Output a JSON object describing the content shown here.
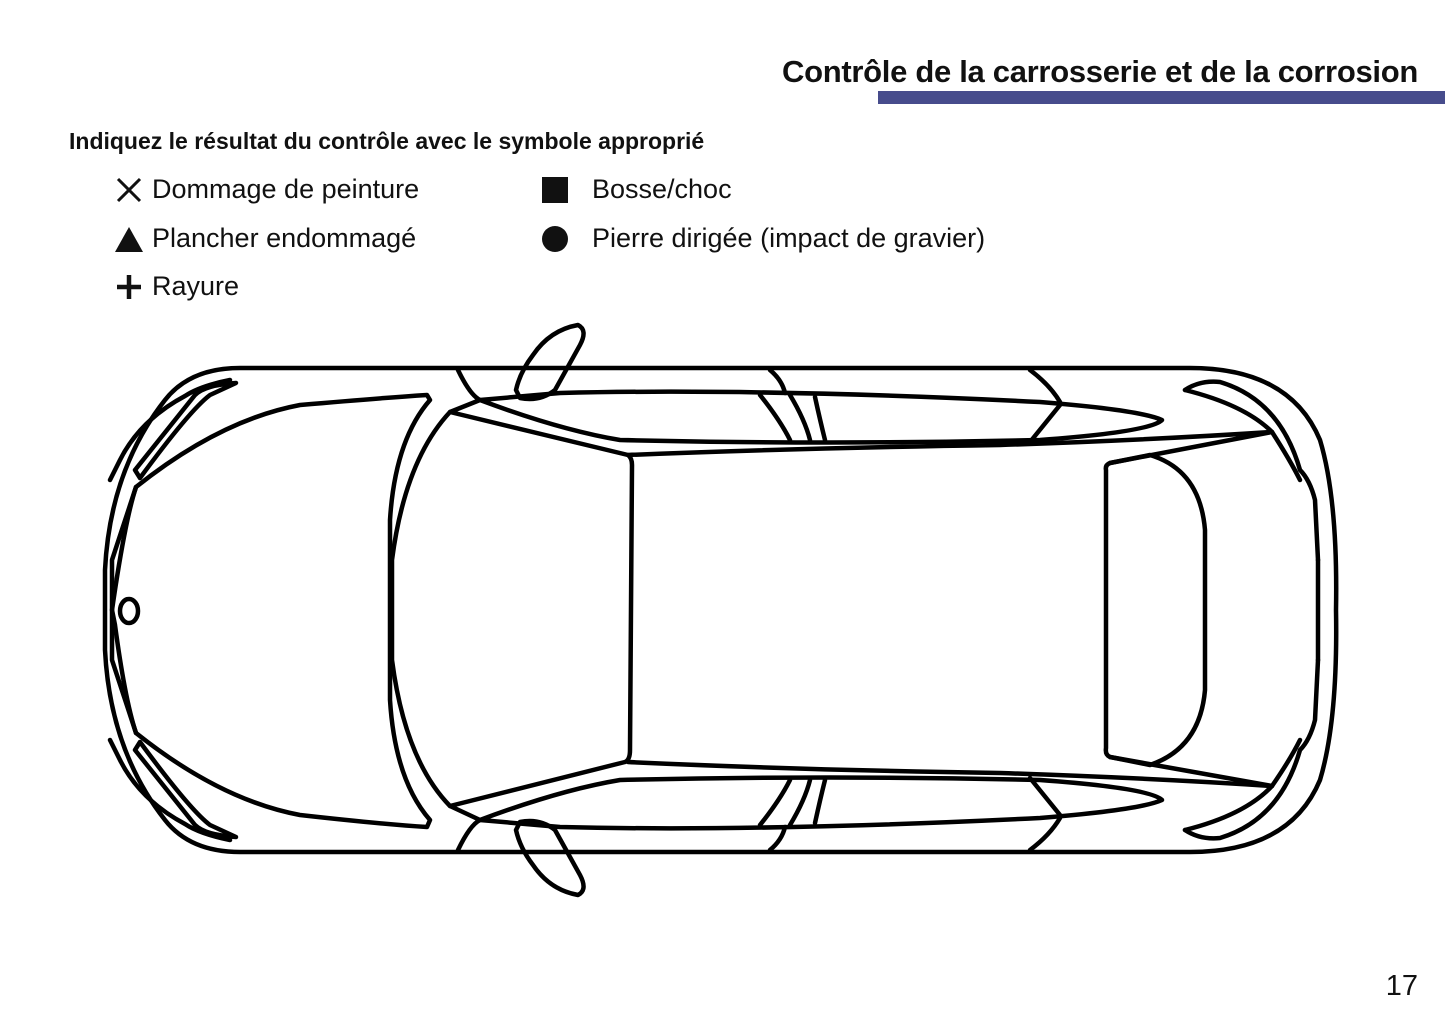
{
  "header": {
    "title": "Contrôle de la carrosserie et de la corrosion",
    "accent_color": "#474c8c"
  },
  "instruction": "Indiquez le résultat du contrôle avec le symbole approprié",
  "legend": {
    "left": [
      {
        "icon": "x-cross-icon",
        "label": "Dommage de peinture"
      },
      {
        "icon": "filled-triangle-icon",
        "label": "Plancher endommagé"
      },
      {
        "icon": "plus-icon",
        "label": "Rayure"
      }
    ],
    "right": [
      {
        "icon": "filled-square-icon",
        "label": "Bosse/choc"
      },
      {
        "icon": "filled-circle-icon",
        "label": "Pierre dirigée (impact de gravier)"
      }
    ]
  },
  "diagram": {
    "description": "Top-down outline of a car for marking body damage",
    "line_color": "#000000"
  },
  "footer": {
    "page_number": "17"
  }
}
